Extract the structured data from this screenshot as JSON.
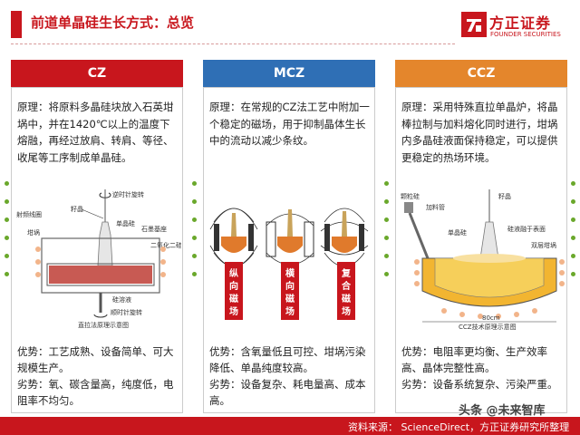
{
  "header": {
    "title": "前道单晶硅生长方式：总览",
    "logo_cn": "方正证券",
    "logo_en": "FOUNDER SECURITIES"
  },
  "colors": {
    "brand_red": "#c8161d",
    "cz_header": "#c8161d",
    "mcz_header": "#2f6fb5",
    "ccz_header": "#e4862c",
    "dot_green": "#6aa82b"
  },
  "columns": [
    {
      "name": "CZ",
      "desc": "原理：将原料多晶硅块放入石英坩埚中，并在1420℃以上的温度下熔融，再经过放肩、转肩、等径、收尾等工序制成单晶硅。",
      "adv": "优势：工艺成熟、设备简单、可大规模生产。",
      "dis": "劣势：氧、碳含量高，纯度低，电阻率不均匀。",
      "labels": {
        "top_rot": "逆时针旋转",
        "seed": "籽晶",
        "mono": "单晶硅",
        "graphite": "石墨基座",
        "shield": "射频线圈",
        "crucible": "坩埚",
        "co2": "二氧化二硅",
        "melt": "硅溶液",
        "bottom_rot": "顺时针旋转",
        "caption": "直拉法原理示意图"
      }
    },
    {
      "name": "MCZ",
      "desc": "原理：在常规的CZ法工艺中附加一个稳定的磁场，用于抑制晶体生长中的流动以减少条纹。",
      "adv": "优势：含氧量低且可控、坩埚污染降低、单晶纯度较高。",
      "dis": "劣势：设备复杂、耗电量高、成本高。",
      "fields": [
        "纵向磁场",
        "横向磁场",
        "复合磁场"
      ]
    },
    {
      "name": "CCZ",
      "desc": "原理：采用特殊直拉单晶炉，将晶棒拉制与加料熔化同时进行，坩埚内多晶硅液面保持稳定，可以提供更稳定的热场环境。",
      "adv": "优势：电阻率更均衡、生产效率高、晶体完整性高。",
      "dis": "劣势：设备系统复杂、污染严重。",
      "labels": {
        "pellet": "颗粒硅",
        "feeder": "加料管",
        "seed": "籽晶",
        "mono": "单晶硅",
        "melt_surface": "硅液融于表面",
        "double": "双层坩埚",
        "dim": "80cm",
        "caption": "CCZ技术原理示意图"
      }
    }
  ],
  "footer": {
    "source": "资料来源： ScienceDirect，方正证券研究所整理",
    "watermark": "头条 @未来智库"
  }
}
